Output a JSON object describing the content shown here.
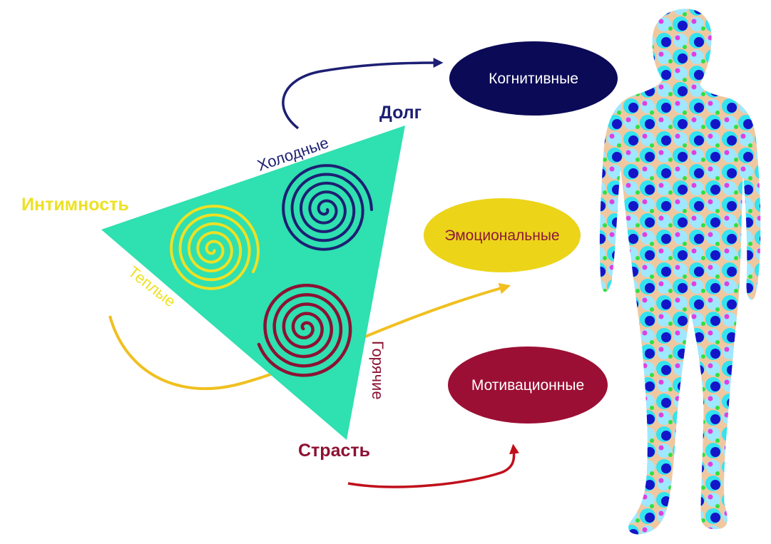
{
  "triangle": {
    "vertices": {
      "top": "Долг",
      "left": "Интимность",
      "bottom": "Страсть"
    },
    "sides": {
      "top_left": "Холодные",
      "left_bottom": "Теплые",
      "right": "Горячие"
    }
  },
  "components": [
    {
      "label": "Когнитивные"
    },
    {
      "label": "Эмоциональные"
    },
    {
      "label": "Мотивационные"
    }
  ],
  "colors": {
    "triangle_fill": "#2fe0b0",
    "duty": "#1d1f73",
    "intimacy": "#ede125",
    "passion": "#8c1233",
    "cognitive_ellipse": "#0b0a57",
    "emotional_ellipse": "#ecd419",
    "emotional_text": "#8b1a3a",
    "motivational_ellipse": "#9c0f34",
    "yellow_arrow": "#f0c020",
    "red_arrow": "#c00f1a",
    "blue_arrow": "#1d1f73",
    "silhouette_base": "#9fe8ff",
    "dot_cyan": "#33e3f0",
    "dot_blue": "#1515c8",
    "dot_magenta": "#e040e0",
    "dot_green": "#30e040"
  }
}
